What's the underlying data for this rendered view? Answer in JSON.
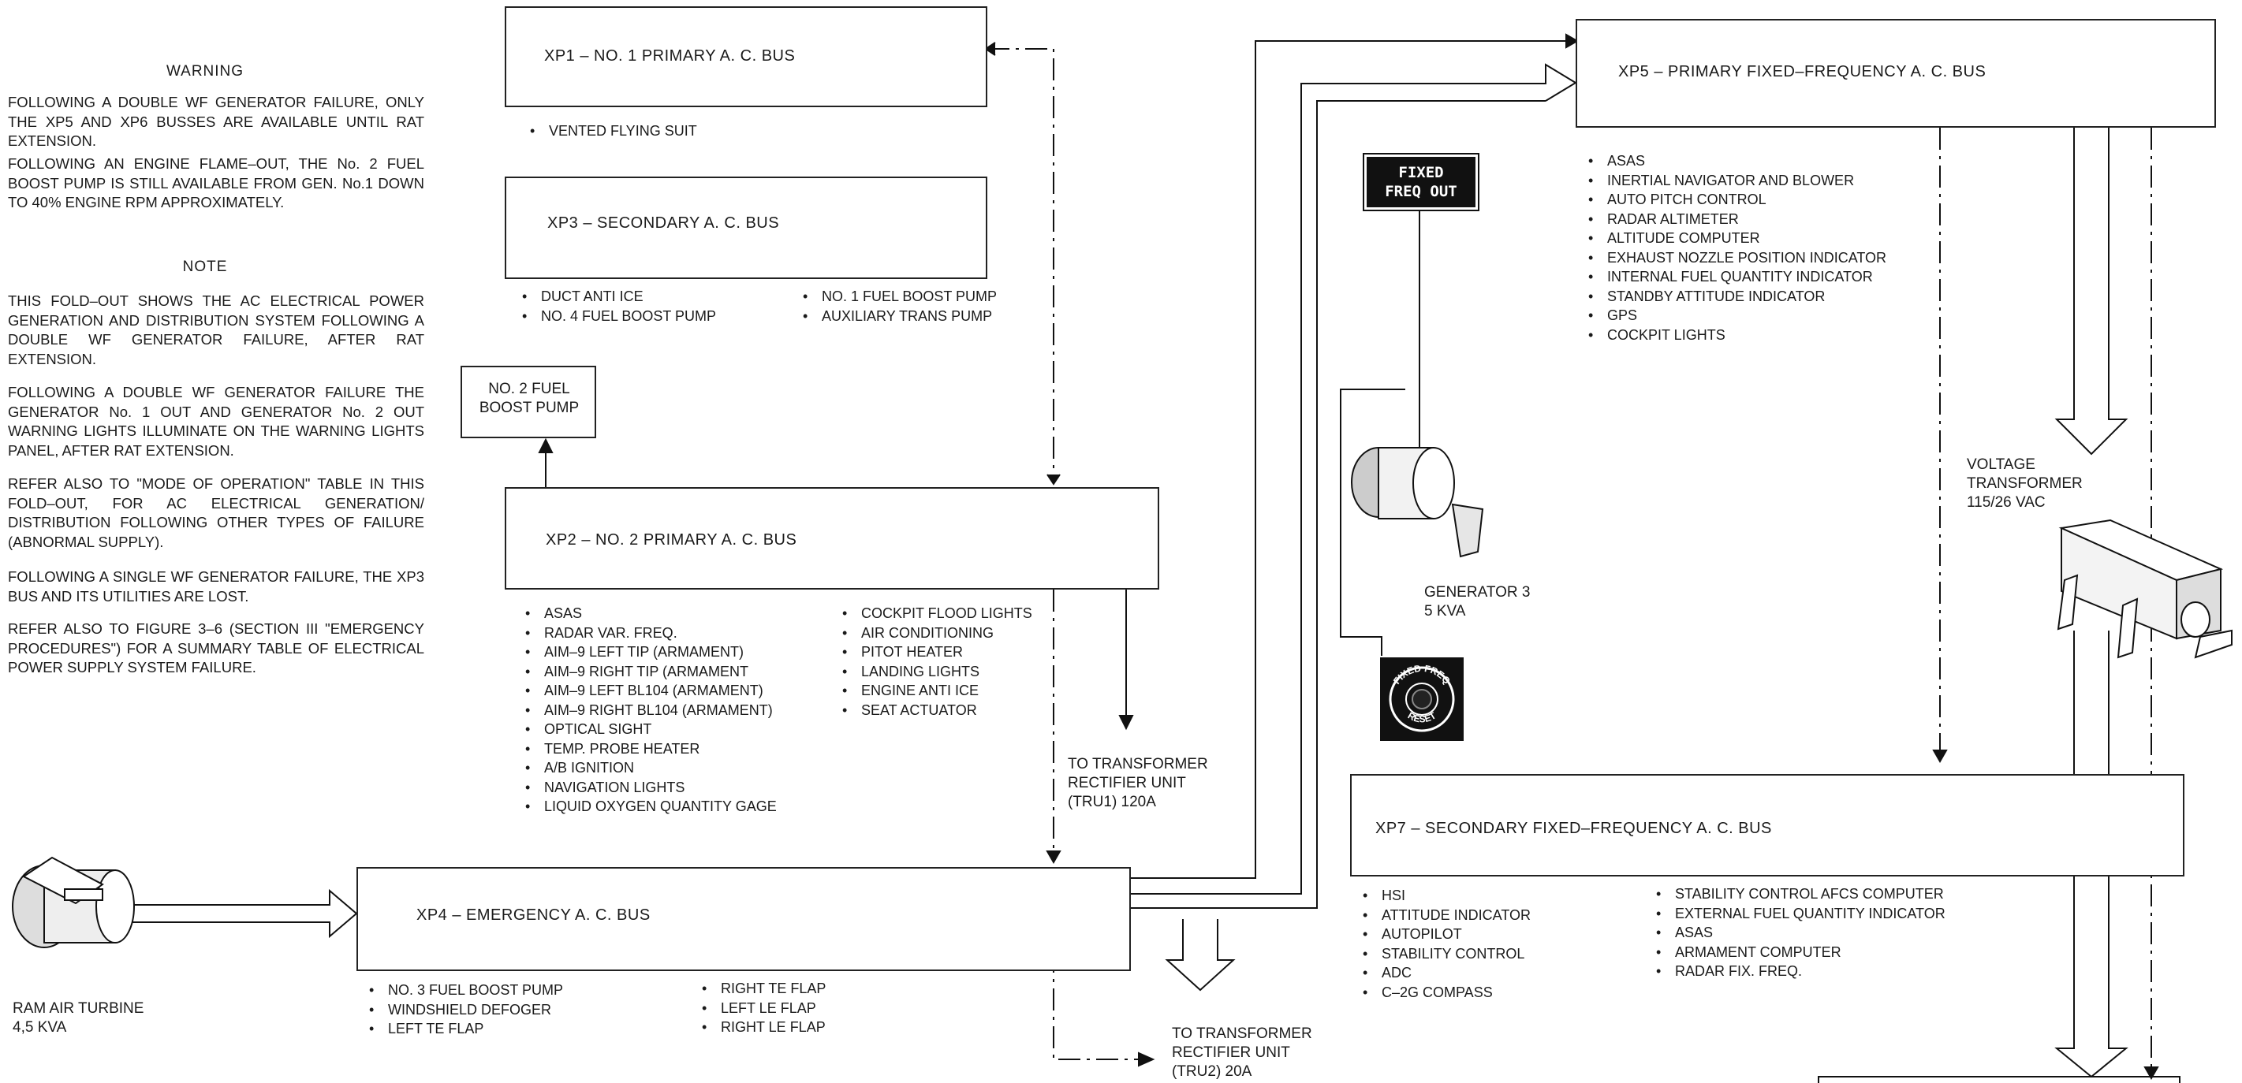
{
  "left_panel": {
    "warning_heading": "WARNING",
    "warning_paras": [
      "FOLLOWING A DOUBLE WF GENERATOR FAILURE, ONLY THE XP5 AND XP6 BUSSES ARE AVAILABLE UNTIL RAT EXTENSION.",
      "FOLLOWING AN ENGINE FLAME–OUT, THE No. 2 FUEL BOOST PUMP IS STILL AVAILABLE FROM GEN. No.1 DOWN TO 40% ENGINE RPM APPROXIMATELY."
    ],
    "note_heading": "NOTE",
    "note_paras": [
      "THIS FOLD–OUT SHOWS THE AC ELECTRICAL POWER GENERATION AND DISTRIBUTION SYSTEM FOLLOWING A DOUBLE WF GENERATOR FAILURE, AFTER RAT EXTENSION.",
      "FOLLOWING A DOUBLE WF GENERATOR FAILURE THE GENERATOR No. 1 OUT AND GENERATOR No. 2 OUT WARNING LIGHTS ILLUMINATE ON THE WARNING LIGHTS PANEL, AFTER RAT EXTENSION.",
      "REFER ALSO TO \"MODE OF OPERATION\" TABLE IN THIS FOLD–OUT, FOR AC ELECTRICAL GENERATION/ DISTRIBUTION FOLLOWING OTHER TYPES OF FAILURE (ABNORMAL SUPPLY).",
      "FOLLOWING A SINGLE WF GENERATOR FAILURE, THE XP3 BUS AND ITS UTILITIES ARE LOST.",
      "REFER ALSO TO FIGURE 3–6 (SECTION III \"EMERGENCY PROCEDURES\") FOR A SUMMARY TABLE OF ELECTRICAL POWER SUPPLY SYSTEM FAILURE."
    ]
  },
  "buses": {
    "xp1": {
      "label": "XP1  –  NO. 1 PRIMARY A. C. BUS",
      "items": [
        "VENTED FLYING SUIT"
      ]
    },
    "xp3": {
      "label": "XP3  –  SECONDARY A. C. BUS",
      "items_left": [
        "DUCT ANTI ICE",
        "NO. 4 FUEL BOOST PUMP"
      ],
      "items_right": [
        "NO. 1 FUEL BOOST PUMP",
        "AUXILIARY TRANS PUMP"
      ]
    },
    "xp2": {
      "label": "XP2  –  NO. 2  PRIMARY A. C. BUS",
      "items_left": [
        "ASAS",
        "RADAR VAR. FREQ.",
        "AIM–9 LEFT TIP (ARMAMENT)",
        "AIM–9 RIGHT TIP (ARMAMENT",
        "AIM–9 LEFT BL104 (ARMAMENT)",
        "AIM–9 RIGHT BL104 (ARMAMENT)",
        "OPTICAL SIGHT",
        "TEMP. PROBE HEATER",
        "A/B IGNITION",
        "NAVIGATION LIGHTS",
        "LIQUID OXYGEN QUANTITY GAGE"
      ],
      "items_right": [
        "COCKPIT FLOOD LIGHTS",
        "AIR CONDITIONING",
        "PITOT HEATER",
        "LANDING LIGHTS",
        "ENGINE ANTI ICE",
        "SEAT ACTUATOR"
      ]
    },
    "xp4": {
      "label": "XP4  –  EMERGENCY A. C. BUS",
      "items_left": [
        "NO. 3 FUEL BOOST PUMP",
        "WINDSHIELD DEFOGER",
        "LEFT TE FLAP"
      ],
      "items_right": [
        "RIGHT TE FLAP",
        "LEFT LE FLAP",
        "RIGHT LE FLAP"
      ]
    },
    "xp5": {
      "label": "XP5  –  PRIMARY FIXED–FREQUENCY A. C. BUS",
      "items": [
        "ASAS",
        "INERTIAL NAVIGATOR AND BLOWER",
        "AUTO PITCH CONTROL",
        "RADAR ALTIMETER",
        "ALTITUDE COMPUTER",
        "EXHAUST NOZZLE POSITION INDICATOR",
        "INTERNAL FUEL QUANTITY INDICATOR",
        "STANDBY ATTITUDE INDICATOR",
        "GPS",
        "COCKPIT LIGHTS"
      ]
    },
    "xp7": {
      "label": "XP7  –  SECONDARY FIXED–FREQUENCY A. C. BUS",
      "items_left": [
        "HSI",
        "ATTITUDE INDICATOR",
        "AUTOPILOT",
        "STABILITY CONTROL",
        "ADC",
        "C–2G COMPASS"
      ],
      "items_right": [
        "STABILITY CONTROL AFCS COMPUTER",
        "EXTERNAL FUEL QUANTITY INDICATOR",
        "ASAS",
        "ARMAMENT COMPUTER",
        "RADAR FIX. FREQ."
      ]
    }
  },
  "components": {
    "fuel_pump_box": "NO. 2 FUEL\nBOOST  PUMP",
    "fixed_freq_plate": "FIXED\nFREQ OUT",
    "reset_button": {
      "top": "FIXED  FREQ",
      "bottom": "RESET"
    },
    "generator3": "GENERATOR 3\n 5 KVA",
    "voltage_transformer": "VOLTAGE\nTRANSFORMER\n115/26 VAC",
    "ram_air_turbine": "RAM AIR TURBINE\n4,5 KVA",
    "tru1": "TO TRANSFORMER\nRECTIFIER UNIT\n(TRU1)  120A",
    "tru2": "TO TRANSFORMER\nRECTIFIER UNIT\n(TRU2)  20A"
  }
}
